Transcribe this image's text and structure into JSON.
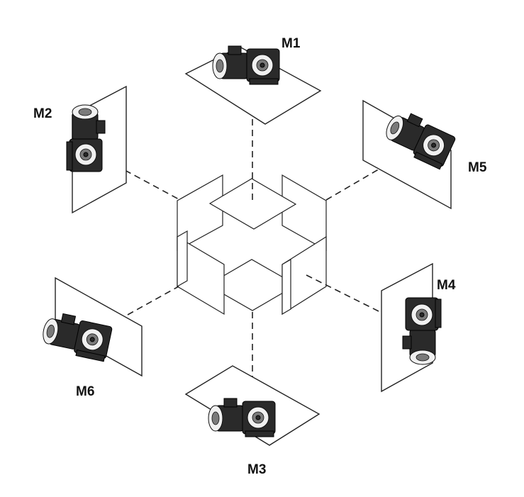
{
  "figure": {
    "positions": [
      {
        "id": "M1",
        "label": "M1"
      },
      {
        "id": "M2",
        "label": "M2"
      },
      {
        "id": "M3",
        "label": "M3"
      },
      {
        "id": "M4",
        "label": "M4"
      },
      {
        "id": "M5",
        "label": "M5"
      },
      {
        "id": "M6",
        "label": "M6"
      }
    ]
  },
  "colors": {
    "line": "#222222",
    "motor_dark": "#2a2a2a",
    "motor_light": "#f0f0f0",
    "background": "#ffffff"
  },
  "icons": {
    "motor": "worm-gear-motor-icon",
    "cube": "isometric-cube-icon"
  }
}
